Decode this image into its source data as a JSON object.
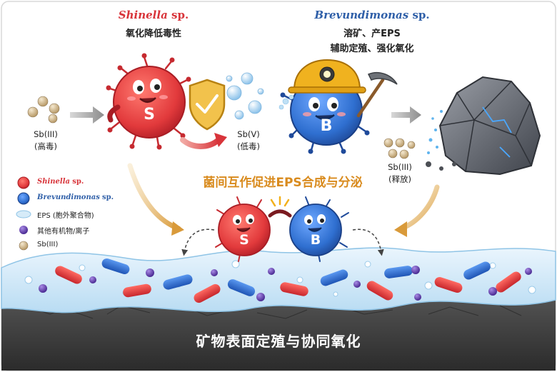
{
  "shinella": {
    "name": "Shinella",
    "name_suffix": "sp.",
    "role": "氧化降低毒性",
    "badge": "S"
  },
  "brevundimonas": {
    "name": "Brevundimonas",
    "name_suffix": "sp.",
    "role_line1": "溶矿、产EPS",
    "role_line2": "辅助定殖、强化氧化",
    "badge": "B"
  },
  "sb3_left": {
    "label": "Sb(III)",
    "note": "(高毒)"
  },
  "sb5": {
    "label": "Sb(V)",
    "note": "(低毒)"
  },
  "sb3_right": {
    "label": "Sb(III)",
    "note": "(释放)"
  },
  "interaction_title": "菌间互作促进EPS合成与分泌",
  "legend": [
    {
      "kind": "shinella",
      "label": "Shinella",
      "suffix": "sp.",
      "color": "#e23a3c"
    },
    {
      "kind": "brevundimonas",
      "label": "Brevundimonas",
      "suffix": "sp.",
      "color": "#2f6fd0"
    },
    {
      "kind": "eps",
      "label": "EPS (胞外聚合物)",
      "color": "#cfe6f5"
    },
    {
      "kind": "organic",
      "label": "其他有机物/离子",
      "color": "#6b3fb0"
    },
    {
      "kind": "sb",
      "label": "Sb(III)",
      "color": "#d9c196"
    }
  ],
  "footer": "矿物表面定殖与协同氧化"
}
